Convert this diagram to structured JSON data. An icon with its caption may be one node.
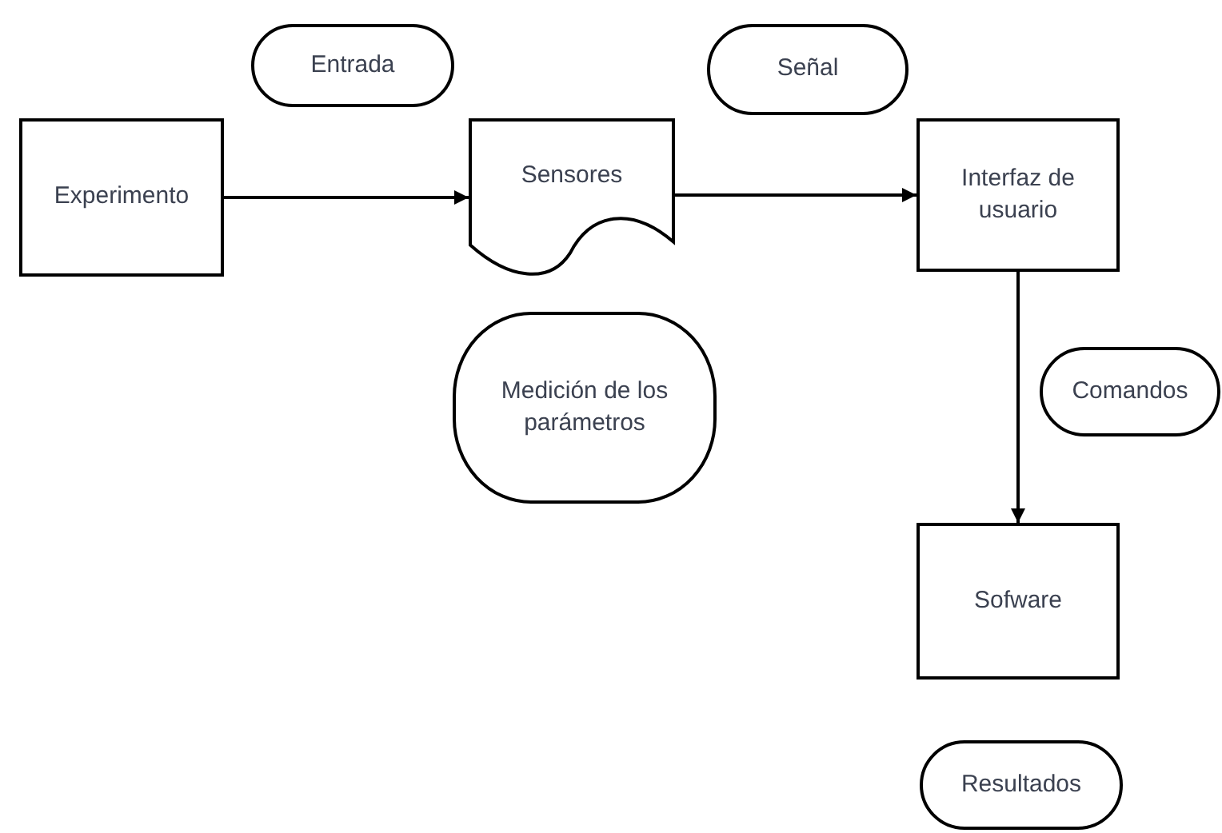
{
  "diagram": {
    "nodes": [
      {
        "text": [
          "Entrada"
        ]
      },
      {
        "text": [
          "Señal"
        ]
      },
      {
        "text": [
          "Experimento"
        ]
      },
      {
        "text": [
          "Sensores"
        ]
      },
      {
        "text": [
          "Interfaz de usuario"
        ]
      },
      {
        "text": [
          "Medición de los parámetros"
        ]
      },
      {
        "text": [
          "Comandos"
        ]
      },
      {
        "text": [
          "Sofware"
        ]
      },
      {
        "text": [
          "Resultados"
        ]
      }
    ],
    "edges": [
      {
        "from": 2,
        "to": 3,
        "arrow": "to"
      },
      {
        "from": 3,
        "to": 4,
        "arrow": "to"
      },
      {
        "from": 4,
        "to": 7,
        "arrow": "to"
      }
    ]
  }
}
